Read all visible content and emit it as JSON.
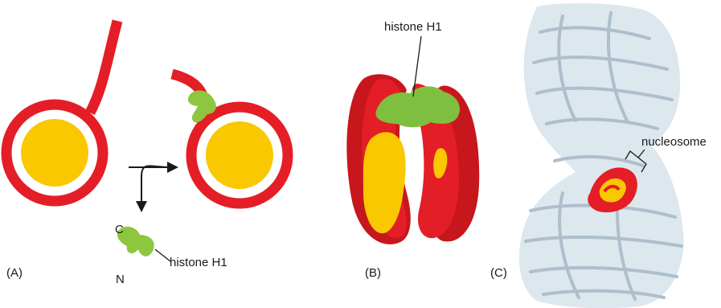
{
  "panel_a": {
    "tag": "(A)",
    "c_label": "C",
    "n_label": "N",
    "h1_label": "histone H1"
  },
  "panel_b": {
    "tag": "(B)",
    "h1_label": "histone H1"
  },
  "panel_c": {
    "tag": "(C)",
    "nucleosome_label": "nucleosome"
  },
  "colors": {
    "dna": "#e41e26",
    "core": "#f9c800",
    "linker": "#8dc63f",
    "fiber": "#dde7ee",
    "fiber_shadow": "#aebfcc",
    "text": "#1a1a1a"
  }
}
